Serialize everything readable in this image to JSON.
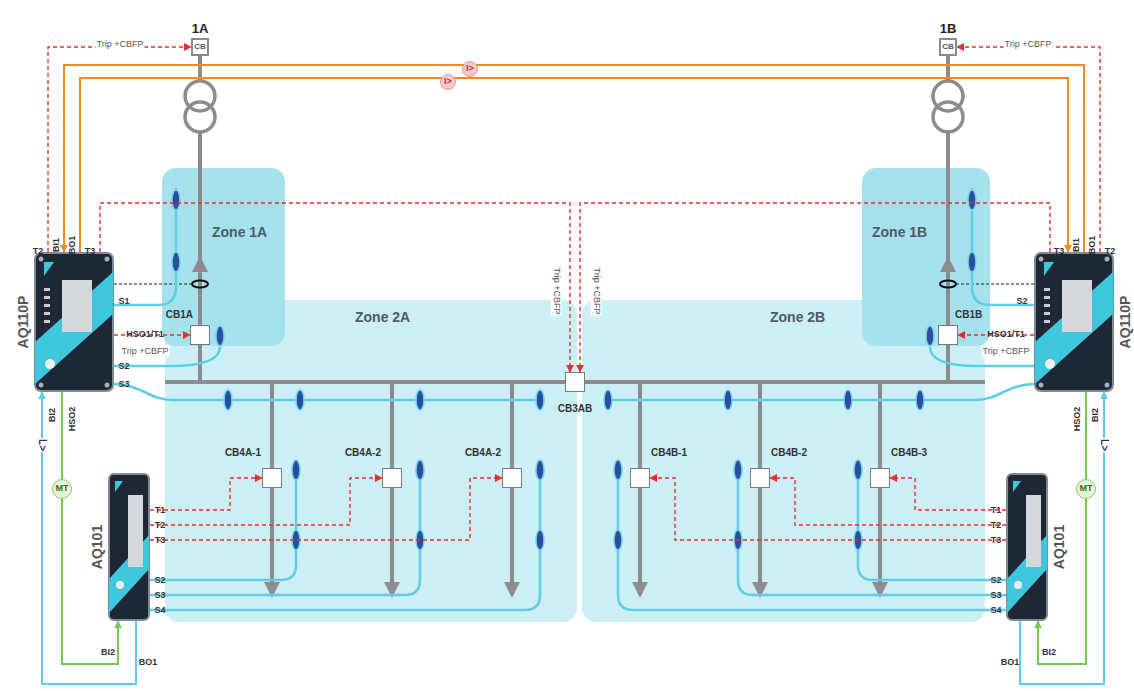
{
  "diagram": {
    "nodes": [
      {
        "text": [
          "1A",
          "CB"
        ]
      },
      {
        "text": [
          "1B",
          "CB"
        ]
      },
      {
        "text": [
          "Zone 1A"
        ]
      },
      {
        "text": [
          "Zone 1B"
        ]
      },
      {
        "text": [
          "Zone 2A"
        ]
      },
      {
        "text": [
          "Zone 2B"
        ]
      },
      {
        "text": [
          "AQ110P"
        ]
      },
      {
        "text": [
          "AQ110P"
        ]
      },
      {
        "text": [
          "CB1A"
        ]
      },
      {
        "text": [
          "CB1B"
        ]
      },
      {
        "text": [
          "CB3AB"
        ]
      },
      {
        "text": [
          "CB4A-1"
        ],
        "in": 4
      },
      {
        "text": [
          "CB4A-2"
        ],
        "in": 4
      },
      {
        "text": [
          "CB4A-2"
        ],
        "in": 4
      },
      {
        "text": [
          "CB4B-1"
        ],
        "in": 5
      },
      {
        "text": [
          "CB4B-2"
        ],
        "in": 5
      },
      {
        "text": [
          "CB4B-3"
        ],
        "in": 5
      },
      {
        "text": [
          "AQ101"
        ]
      },
      {
        "text": [
          "AQ101"
        ]
      }
    ],
    "edges": [
      {
        "from": 6,
        "to": 0,
        "arrow": "to",
        "label": "Trip +CBFP"
      },
      {
        "from": 7,
        "to": 1,
        "arrow": "to",
        "label": "Trip +CBFP"
      },
      {
        "from": 6,
        "to": 7,
        "arrow": "to",
        "label": "I>"
      },
      {
        "from": 7,
        "to": 6,
        "arrow": "to",
        "label": "I>"
      },
      {
        "from": 6,
        "to": 8,
        "arrow": "to",
        "label": "Trip +CBFP"
      },
      {
        "from": 7,
        "to": 9,
        "arrow": "to",
        "label": "Trip +CBFP"
      },
      {
        "from": 6,
        "to": 10,
        "arrow": "to",
        "label": "Trip +CBFP"
      },
      {
        "from": 7,
        "to": 10,
        "arrow": "to",
        "label": "Trip +CBFP"
      },
      {
        "from": 17,
        "to": 11,
        "arrow": "to"
      },
      {
        "from": 17,
        "to": 12,
        "arrow": "to"
      },
      {
        "from": 17,
        "to": 13,
        "arrow": "to"
      },
      {
        "from": 18,
        "to": 16,
        "arrow": "to"
      },
      {
        "from": 18,
        "to": 15,
        "arrow": "to"
      },
      {
        "from": 18,
        "to": 14,
        "arrow": "to"
      },
      {
        "from": 6,
        "to": 17,
        "arrow": "to",
        "label": "MT"
      },
      {
        "from": 17,
        "to": 6,
        "arrow": "to",
        "label": "L>"
      },
      {
        "from": 7,
        "to": 18,
        "arrow": "to",
        "label": "MT"
      },
      {
        "from": 18,
        "to": 7,
        "arrow": "to",
        "label": "L>"
      }
    ],
    "labels": [
      "T2",
      "BI1",
      "BO1",
      "T3",
      "S1",
      "HSO1/T1",
      "S2",
      "S3",
      "BI2",
      "HSO2",
      "T3",
      "BI1",
      "BO1",
      "T2",
      "S2",
      "HSO1/T1",
      "HSO2",
      "BI2",
      "T1",
      "T2",
      "T3",
      "S2",
      "S3",
      "S4",
      "BI2",
      "BO1",
      "T1",
      "T2",
      "T3",
      "S2",
      "S3",
      "S4",
      "BI2",
      "BO1"
    ]
  }
}
